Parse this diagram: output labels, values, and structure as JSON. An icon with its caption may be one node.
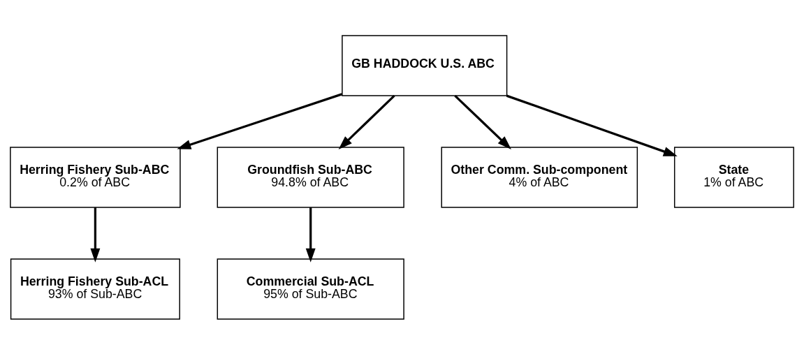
{
  "diagram": {
    "nodes": [
      {
        "text": [
          "GB HADDOCK U.S. ABC"
        ]
      },
      {
        "text": [
          "Herring Fishery Sub-ABC",
          "0.2% of ABC"
        ]
      },
      {
        "text": [
          "Groundfish Sub-ABC",
          "94.8% of ABC"
        ]
      },
      {
        "text": [
          "Other Comm. Sub-component",
          "4% of ABC"
        ]
      },
      {
        "text": [
          "State",
          "1% of ABC"
        ]
      },
      {
        "text": [
          "Herring Fishery Sub-ACL",
          "93% of Sub-ABC"
        ]
      },
      {
        "text": [
          "Commercial Sub-ACL",
          "95% of Sub-ABC"
        ]
      }
    ],
    "edges": [
      {
        "from": 0,
        "to": 1,
        "arrow": "to"
      },
      {
        "from": 0,
        "to": 2,
        "arrow": "to"
      },
      {
        "from": 0,
        "to": 3,
        "arrow": "to"
      },
      {
        "from": 0,
        "to": 4,
        "arrow": "to"
      },
      {
        "from": 1,
        "to": 5,
        "arrow": "to"
      },
      {
        "from": 2,
        "to": 6,
        "arrow": "to"
      }
    ]
  }
}
